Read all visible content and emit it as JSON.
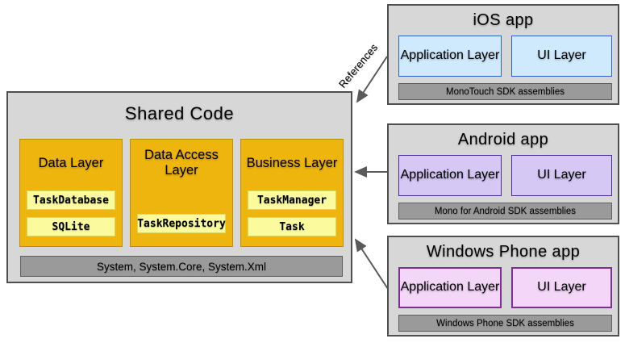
{
  "diagram": {
    "references_label": "References",
    "shared": {
      "title": "Shared Code",
      "layers": [
        {
          "title": "Data Layer",
          "components": [
            "TaskDatabase",
            "SQLite"
          ]
        },
        {
          "title": "Data Access Layer",
          "components": [
            "TaskRepository"
          ]
        },
        {
          "title": "Business Layer",
          "components": [
            "TaskManager",
            "Task"
          ]
        }
      ],
      "assemblies_bar": "System, System.Core, System.Xml"
    },
    "apps": [
      {
        "title": "iOS app",
        "boxes": [
          "Application Layer",
          "UI Layer"
        ],
        "assemblies_bar": "MonoTouch SDK assemblies",
        "fill": "#cfeafd",
        "border": "#2e64c8"
      },
      {
        "title": "Android app",
        "boxes": [
          "Application Layer",
          "UI Layer"
        ],
        "assemblies_bar": "Mono for Android SDK assemblies",
        "fill": "#d5c8f5",
        "border": "#4a2a9a"
      },
      {
        "title": "Windows Phone app",
        "boxes": [
          "Application Layer",
          "UI Layer"
        ],
        "assemblies_bar": "Windows Phone SDK assemblies",
        "fill": "#f4d6f8",
        "border": "#7e2f96"
      }
    ],
    "colors": {
      "panel_fill": "#d7d7d7",
      "panel_border": "#4f4f4f",
      "bar_fill": "#9a9a9a",
      "bar_border": "#5e5e5e",
      "layer_gold_fill": "#eeb50e",
      "layer_gold_border": "#bd8f06",
      "chip_fill": "#fbfb9d",
      "chip_border": "#d9d969",
      "arrow": "#5a5a5a"
    }
  }
}
